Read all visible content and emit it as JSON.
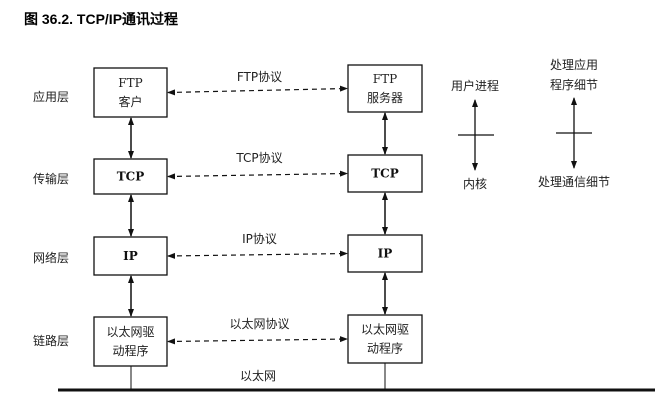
{
  "title": "图 36.2. TCP/IP通讯过程",
  "layers": [
    {
      "name": "应用层",
      "left": [
        "FTP",
        "客户"
      ],
      "right": [
        "FTP",
        "服务器"
      ],
      "protocol": "FTP协议",
      "bold": false
    },
    {
      "name": "传输层",
      "left": [
        "TCP"
      ],
      "right": [
        "TCP"
      ],
      "protocol": "TCP协议",
      "bold": true
    },
    {
      "name": "网络层",
      "left": [
        "IP"
      ],
      "right": [
        "IP"
      ],
      "protocol": "IP协议",
      "bold": true
    },
    {
      "name": "链路层",
      "left": [
        "以太网驱",
        "动程序"
      ],
      "right": [
        "以太网驱",
        "动程序"
      ],
      "protocol": "以太网协议",
      "bold": false
    }
  ],
  "network_label": "以太网",
  "legend": {
    "left": {
      "top": "用户进程",
      "bottom": "内核"
    },
    "right": {
      "top": [
        "处理应用",
        "程序细节"
      ],
      "bottom": "处理通信细节"
    }
  }
}
